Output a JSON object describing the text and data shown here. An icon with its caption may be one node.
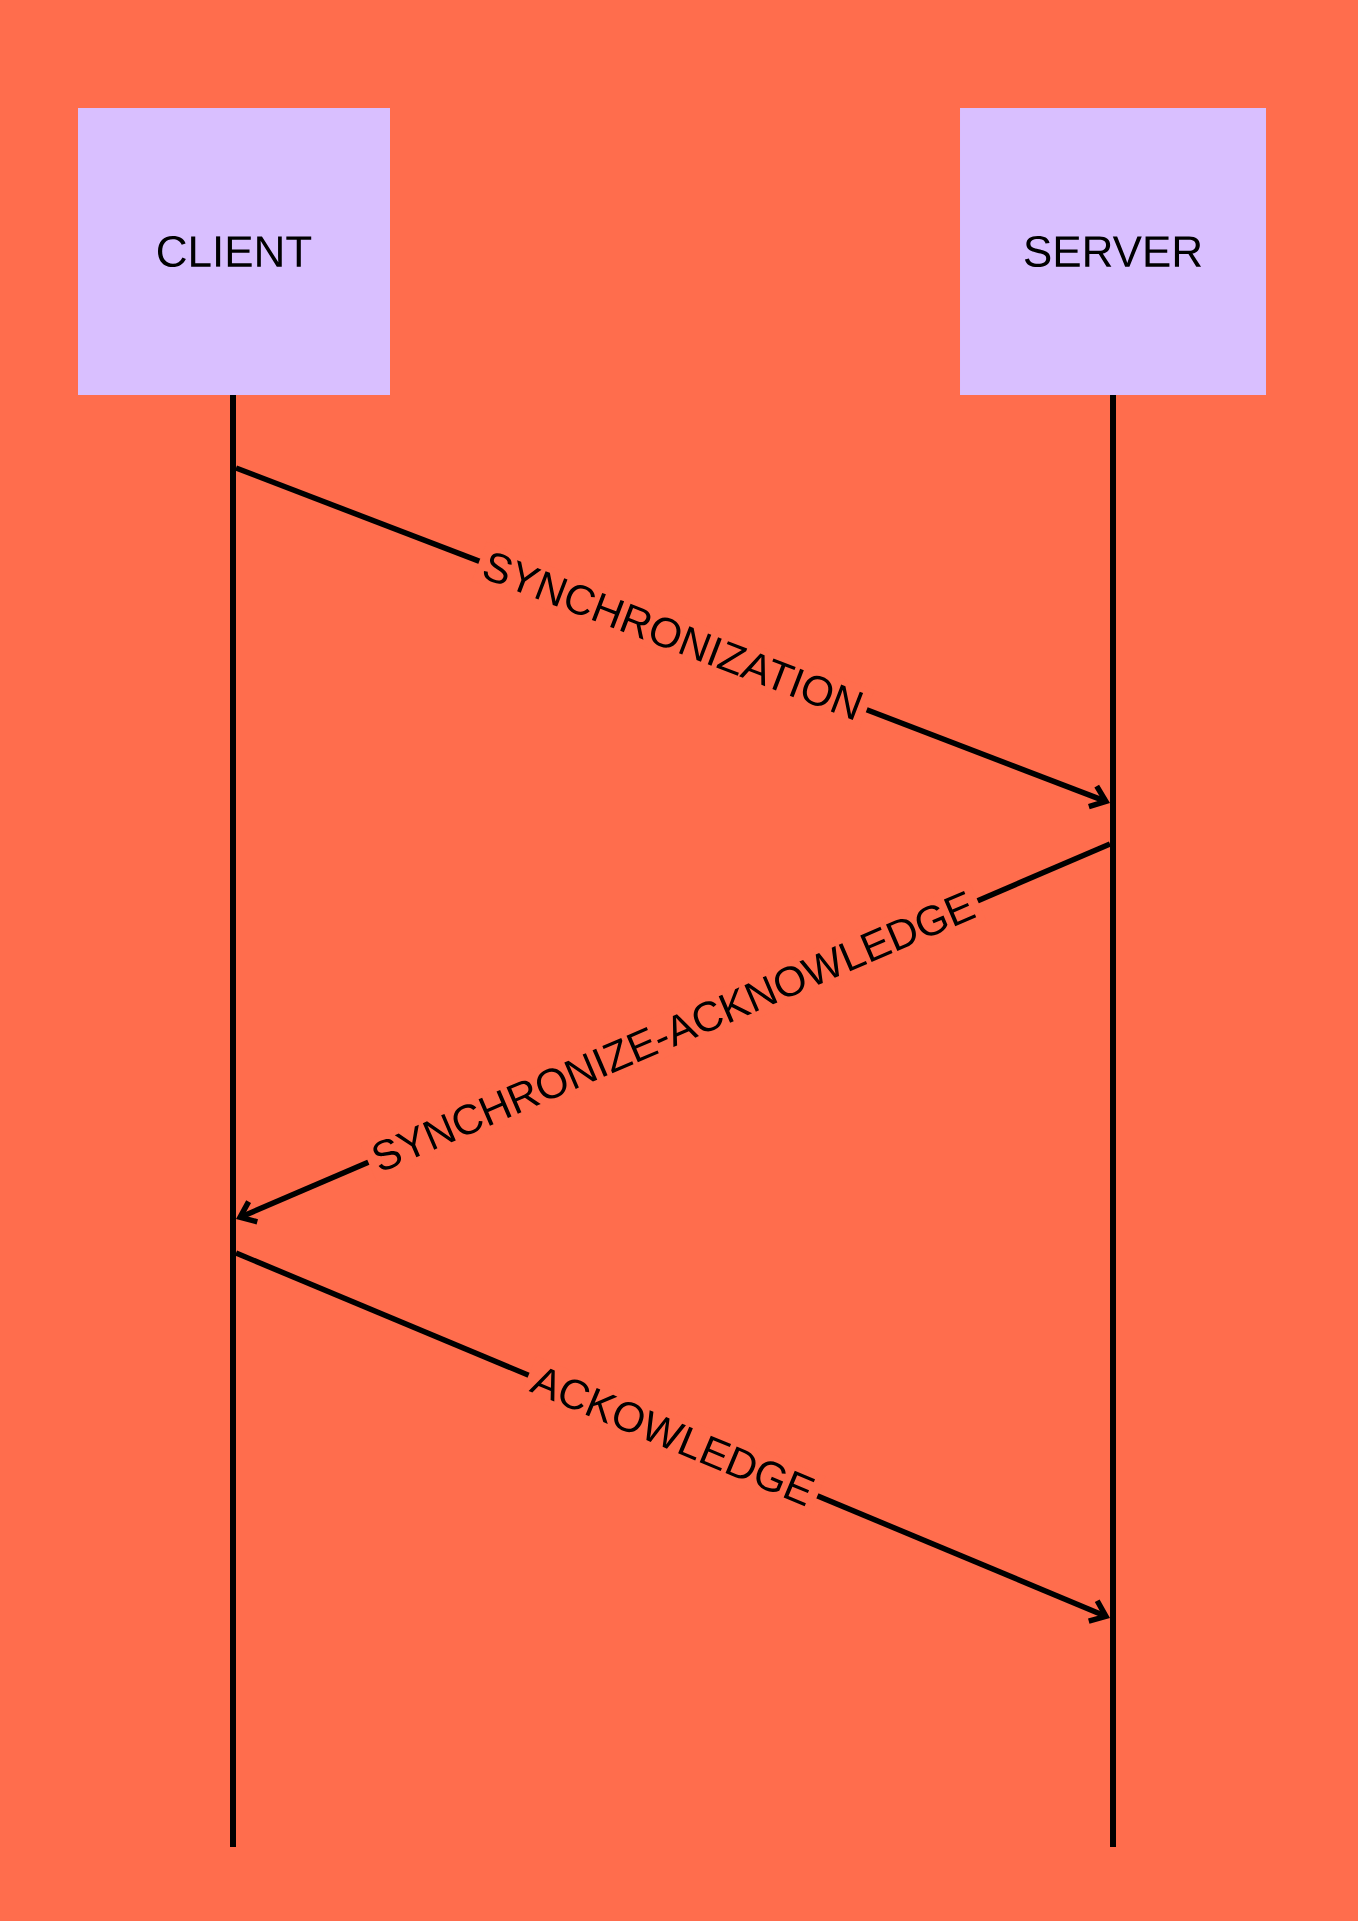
{
  "diagram": {
    "nodes": [
      {
        "text": [
          "CLIENT"
        ]
      },
      {
        "text": [
          "SERVER"
        ]
      },
      {
        "text": [],
        "shape": "line"
      },
      {
        "text": [],
        "shape": "line"
      }
    ],
    "edges": [
      {
        "from": 2,
        "to": 3,
        "arrow": "to",
        "label": "SYNCHRONIZATION"
      },
      {
        "from": 3,
        "to": 2,
        "arrow": "to",
        "label": "SYNCHRONIZE-ACKNOWLEDGE"
      },
      {
        "from": 2,
        "to": 3,
        "arrow": "to",
        "label": "ACKOWLEDGE"
      }
    ]
  }
}
